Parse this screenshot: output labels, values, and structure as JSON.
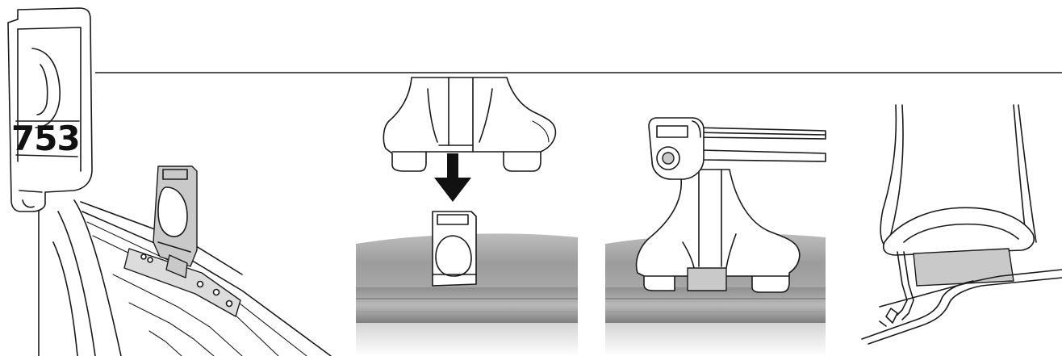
{
  "part_label": "753",
  "colors": {
    "ink": "#1a1a1a",
    "roof": "#a9a9a9",
    "pad": "#c9c9c9",
    "paper": "#ffffff"
  },
  "panels": [
    {
      "id": "overview",
      "icons": [
        "fitting-kit-bracket-icon",
        "roof-clamp-plate-icon"
      ]
    },
    {
      "id": "insert",
      "icons": [
        "foot-pad-icon",
        "arrow-down-icon",
        "bracket-plate-icon"
      ]
    },
    {
      "id": "mounted",
      "icons": [
        "roof-bar-icon",
        "lock-icon",
        "foot-pad-icon"
      ]
    },
    {
      "id": "section",
      "icons": [
        "foot-section-icon",
        "door-frame-clamp-icon"
      ]
    }
  ]
}
